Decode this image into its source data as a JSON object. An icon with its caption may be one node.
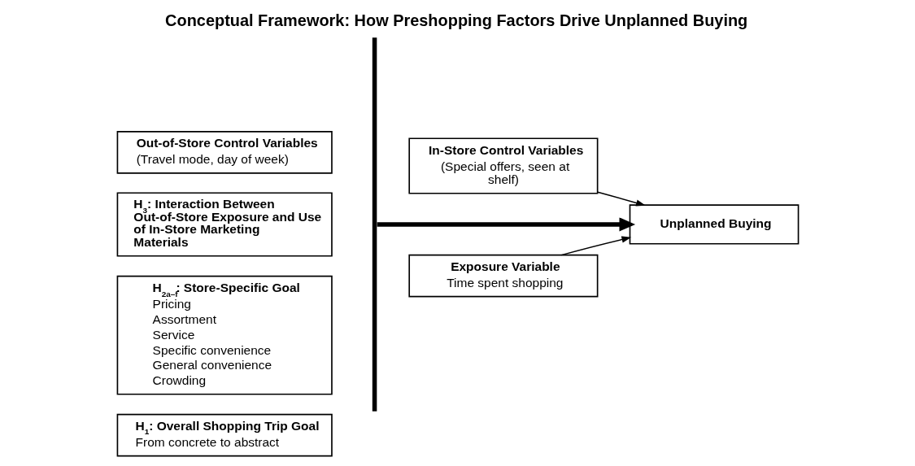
{
  "diagram": {
    "title": "Conceptual Framework: How Preshopping Factors Drive Unplanned Buying",
    "nodes": [
      {
        "text": [
          "H$_{1}$: Overall Shopping Trip Goal",
          "From concrete to abstract"
        ]
      },
      {
        "text": [
          "H$_{2a–f}$: Store-Specific Goal",
          "Pricing",
          "Assortment",
          "Service",
          "Specific convenience",
          "General convenience",
          "Crowding"
        ]
      },
      {
        "text": [
          "H$_{3}$: Interaction Between Out-of-Store Exposure and Use of In-Store Marketing Materials"
        ]
      },
      {
        "text": [
          "Out-of-Store Control Variables",
          "(Travel mode, day of week)"
        ]
      },
      {
        "text": [],
        "shape": "brace"
      },
      {
        "text": [
          "In-Store Control Variables",
          "(Special offers, seen at shelf)"
        ]
      },
      {
        "text": [
          "Unplanned Buying"
        ]
      },
      {
        "text": [
          "Exposure Variable",
          "Time spent shopping"
        ]
      }
    ],
    "edges": [
      {
        "from": 4,
        "to": 6,
        "arrow": "to",
        "style": "thick"
      },
      {
        "from": 5,
        "to": 6,
        "arrow": "to"
      },
      {
        "from": 7,
        "to": 6,
        "arrow": "to"
      }
    ]
  }
}
